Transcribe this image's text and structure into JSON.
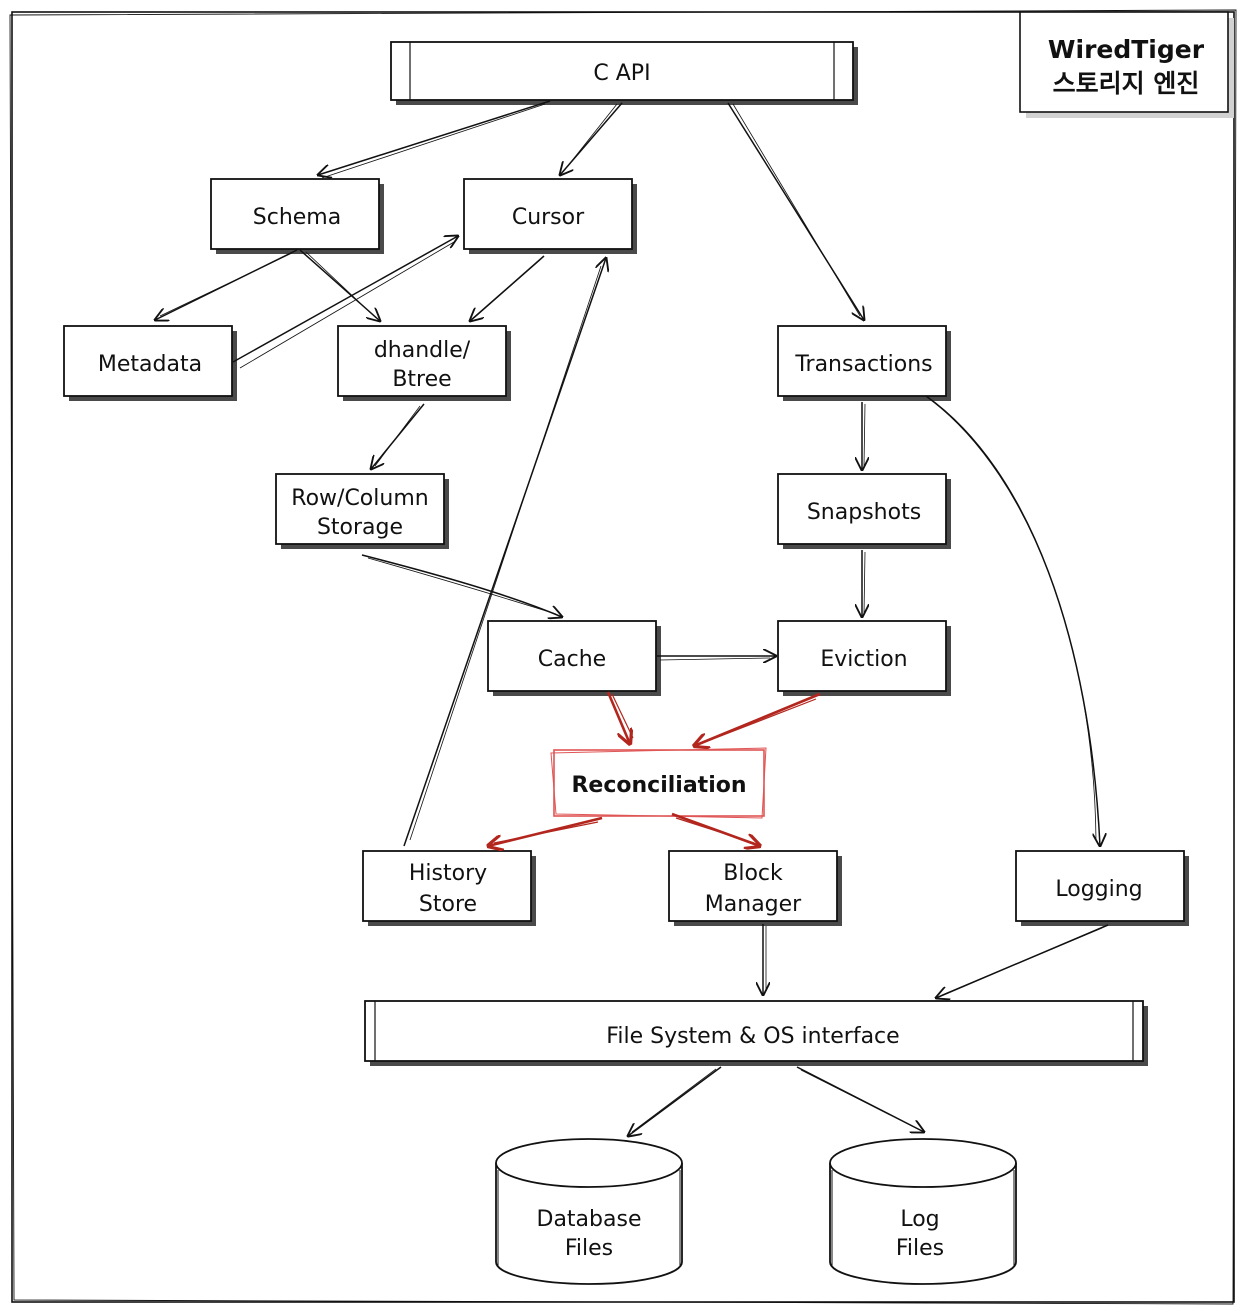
{
  "title": {
    "line1": "WiredTiger",
    "line2": "스토리지 엔진"
  },
  "components": {
    "c_api": "C API",
    "schema": "Schema",
    "cursor": "Cursor",
    "metadata": "Metadata",
    "dhandle": [
      "dhandle/",
      "Btree"
    ],
    "transactions": "Transactions",
    "row_column": [
      "Row/Column",
      "Storage"
    ],
    "snapshots": "Snapshots",
    "cache": "Cache",
    "eviction": "Eviction",
    "reconciliation": "Reconciliation",
    "history_store": [
      "History",
      "Store"
    ],
    "block_manager": [
      "Block",
      "Manager"
    ],
    "logging": "Logging",
    "fs_interface": "File System & OS interface",
    "database_files": [
      "Database",
      "Files"
    ],
    "log_files": [
      "Log",
      "Files"
    ]
  },
  "colors": {
    "ink": "#111111",
    "highlight": "#b3261e",
    "highlight_box": "#e05555"
  }
}
